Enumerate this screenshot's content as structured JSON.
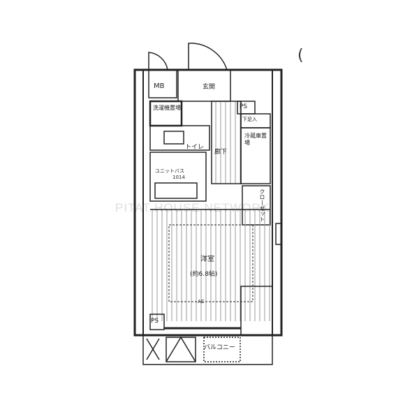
{
  "floorplan": {
    "rooms": {
      "mb": "MB",
      "entrance": "玄関",
      "ps_top": "PS",
      "laundry": "洗濯機置場",
      "toilet": "トイレ",
      "hallway": "廊下",
      "shoe_storage": "下足入",
      "fridge": "冷蔵庫置場",
      "unit_bath": "ユニットバス",
      "bath_size": "1014",
      "closet": "クローゼット",
      "western_room": "洋室",
      "room_size": "(約6.8帖)",
      "ac": "AC",
      "ps_bottom": "PS",
      "balcony": "バルコニー"
    },
    "watermark": "PITAT HOUSE NETWORK",
    "colors": {
      "line": "#222222",
      "floor_hatch": "#9a9a9a"
    }
  }
}
